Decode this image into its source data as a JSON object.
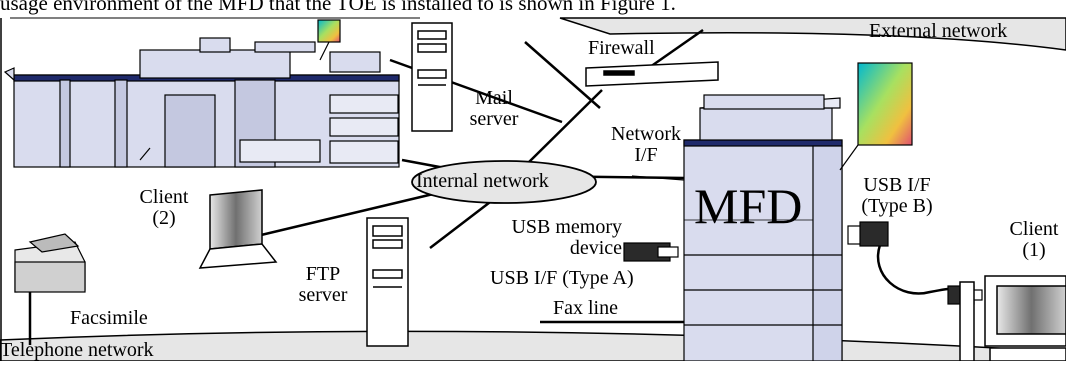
{
  "caption": "usage environment of the MFD that the TOE is installed to is shown in Figure 1.",
  "labels": {
    "external_network": "External network",
    "telephone_network": "Telephone network",
    "firewall": "Firewall",
    "mail_server_line1": "Mail",
    "mail_server_line2": "server",
    "network_if_line1": "Network",
    "network_if_line2": "I/F",
    "internal_network": "Internal network",
    "client2_line1": "Client",
    "client2_line2": "(2)",
    "mfd": "MFD",
    "usb_if_b_line1": "USB I/F",
    "usb_if_b_line2": "(Type B)",
    "client1_line1": "Client",
    "client1_line2": "(1)",
    "usb_memory_line1": "USB memory",
    "usb_memory_line2": "device",
    "usb_if_a": "USB I/F (Type A)",
    "ftp_server_line1": "FTP",
    "ftp_server_line2": "server",
    "facsimile": "Facsimile",
    "fax_line": "Fax line"
  },
  "colors": {
    "cloud_fill": "#e6e6e6",
    "device_fill": "#d9dcee",
    "device_stripe": "#1f2a6b",
    "stroke": "#000000"
  }
}
